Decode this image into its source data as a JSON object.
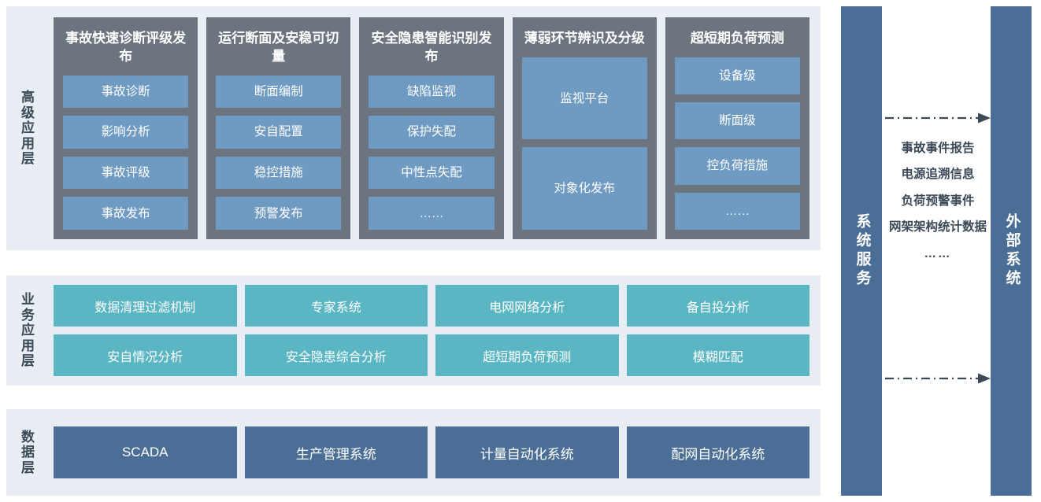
{
  "layers": {
    "top": {
      "label_lines": [
        "高",
        "级",
        "应",
        "用",
        "层"
      ],
      "columns": [
        {
          "title": "事故快速诊断评级发布",
          "items": [
            "事故诊断",
            "影响分析",
            "事故评级",
            "事故发布"
          ]
        },
        {
          "title": "运行断面及安稳可切量",
          "items": [
            "断面编制",
            "安自配置",
            "稳控措施",
            "预警发布"
          ]
        },
        {
          "title": "安全隐患智能识别发布",
          "items": [
            "缺陷监视",
            "保护失配",
            "中性点失配",
            "……"
          ]
        },
        {
          "title": "薄弱环节辨识及分级",
          "items": [
            "监视平台",
            "对象化发布"
          ]
        },
        {
          "title": "超短期负荷预测",
          "items": [
            "设备级",
            "断面级",
            "控负荷措施",
            "……"
          ]
        }
      ]
    },
    "middle": {
      "label_lines": [
        "业",
        "务",
        "应",
        "用",
        "层"
      ],
      "rows": [
        [
          "数据清理过滤机制",
          "专家系统",
          "电网网络分析",
          "备自投分析"
        ],
        [
          "安自情况分析",
          "安全隐患综合分析",
          "超短期负荷预测",
          "模糊匹配"
        ]
      ]
    },
    "bottom": {
      "label_lines": [
        "数",
        "据",
        "层"
      ],
      "items": [
        "SCADA",
        "生产管理系统",
        "计量自动化系统",
        "配网自动化系统"
      ]
    }
  },
  "right": {
    "service_bar": "系统服务",
    "external_bar": "外部系统",
    "flows": [
      "事故事件报告",
      "电源追溯信息",
      "负荷预警事件",
      "网架架构统计数据",
      "……"
    ]
  },
  "colors": {
    "band_bg": "#e8eef4",
    "column_bg": "#6c7480",
    "cell_blue": "#6f9ac2",
    "chip_teal": "#5bb6c4",
    "chip_navy": "#4a6e96",
    "label_text": "#3c4a57"
  }
}
